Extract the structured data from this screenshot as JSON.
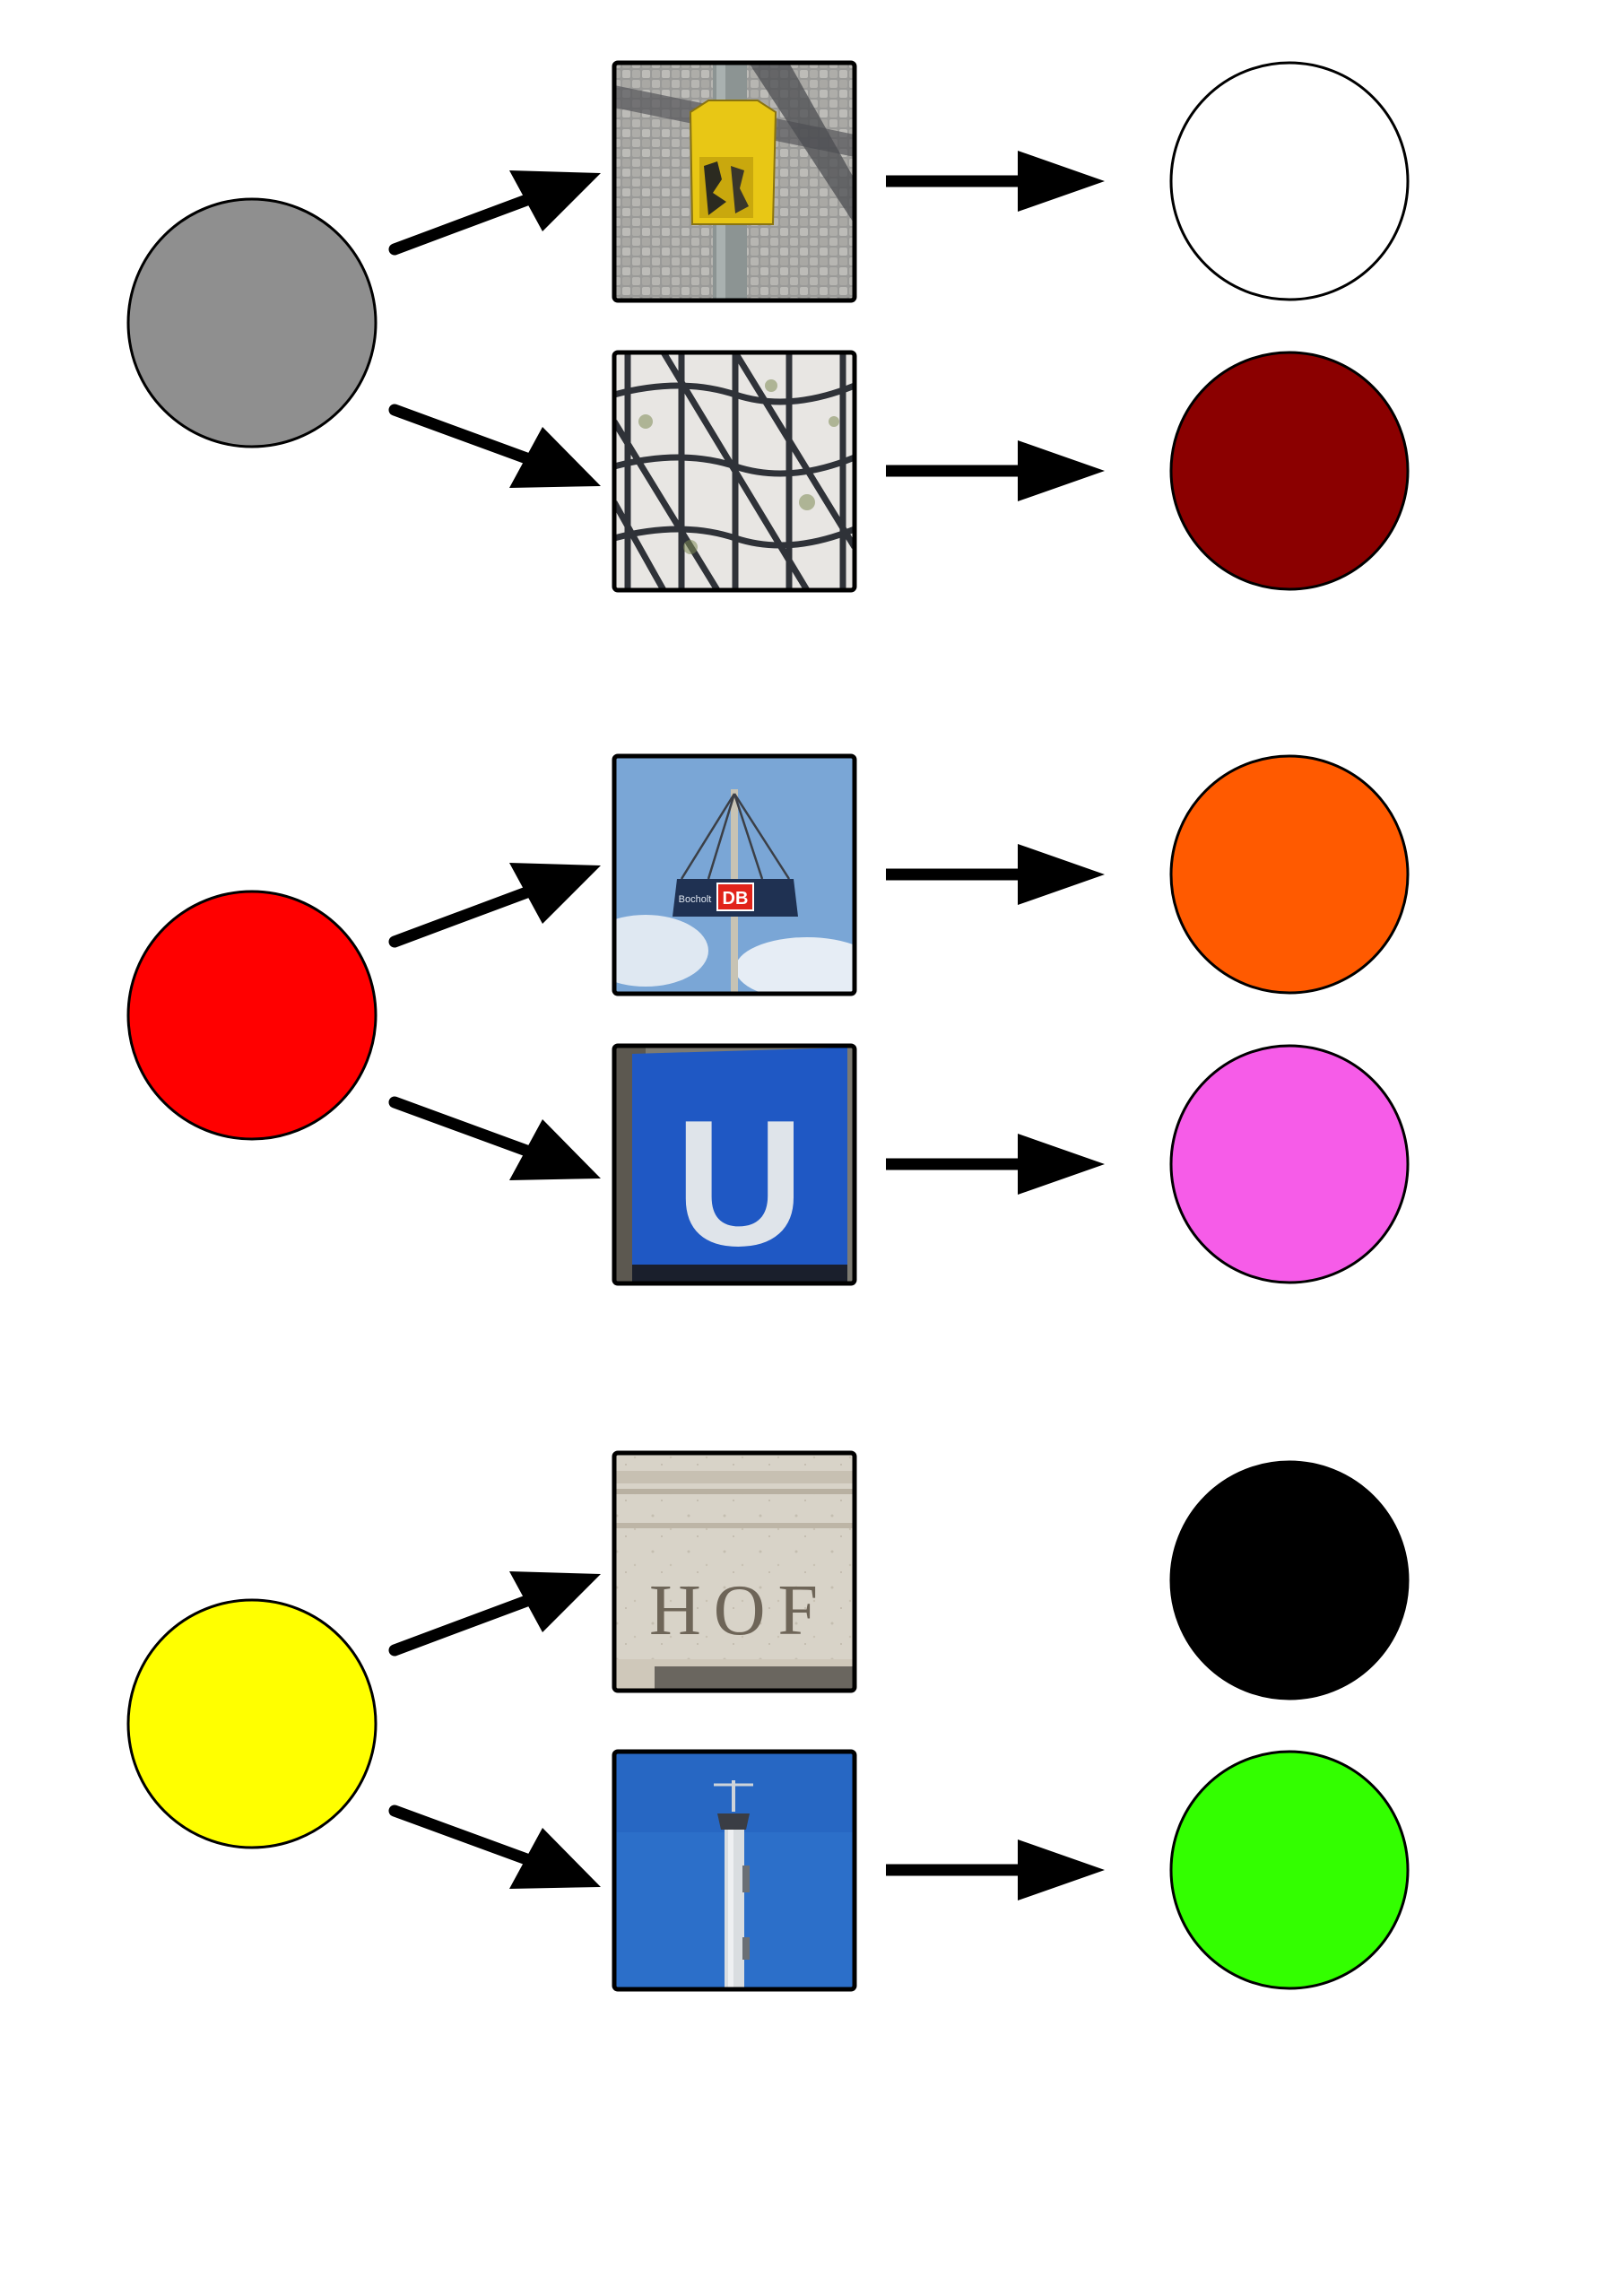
{
  "groups": [
    {
      "source_color": "#8f8f8f",
      "branches": [
        {
          "photo": "yellow-pole-icon",
          "result_color": "#ffffff",
          "has_arrow": true
        },
        {
          "photo": "lattice-trellis-icon",
          "result_color": "#8b0000",
          "has_arrow": true
        }
      ]
    },
    {
      "source_color": "#ff0000",
      "branches": [
        {
          "photo": "db-station-sign-icon",
          "result_color": "#ff5a00",
          "has_arrow": true,
          "sign_text": "DB",
          "sign_side_text": "Bocholt"
        },
        {
          "photo": "u-bahn-sign-icon",
          "result_color": "#f65ce8",
          "has_arrow": true,
          "sign_text": "U"
        }
      ]
    },
    {
      "source_color": "#ffff00",
      "branches": [
        {
          "photo": "hof-facade-icon",
          "result_color": "#000000",
          "has_arrow": false,
          "sign_text": "HOF"
        },
        {
          "photo": "radio-mast-icon",
          "result_color": "#33ff00",
          "has_arrow": true
        }
      ]
    }
  ]
}
